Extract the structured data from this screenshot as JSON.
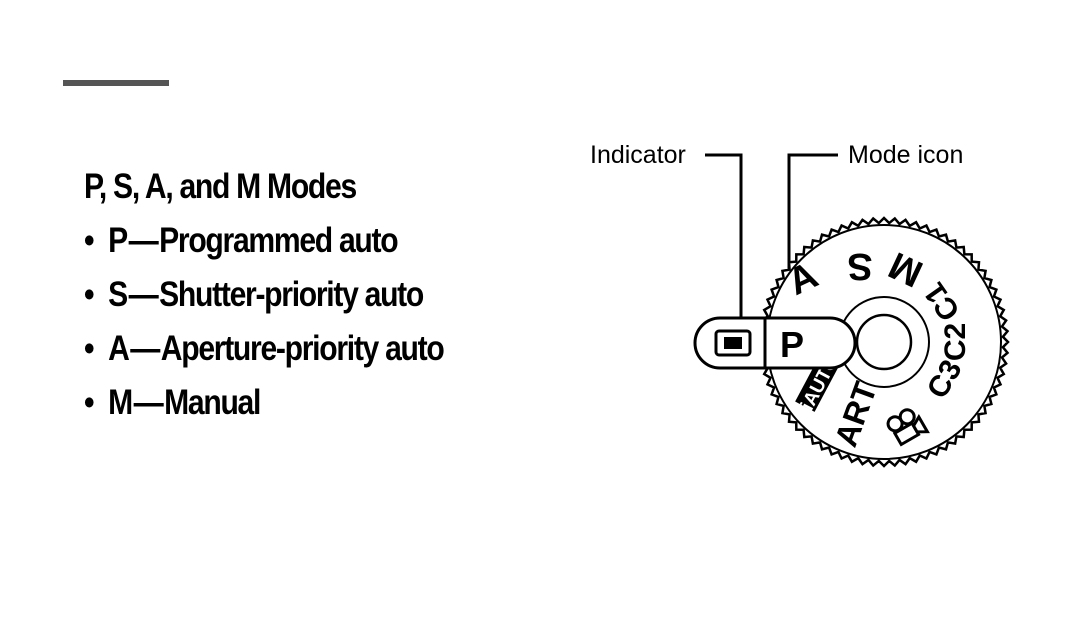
{
  "colors": {
    "accent_bar": "#555555",
    "ink": "#000000",
    "background": "#ffffff"
  },
  "content": {
    "heading": "P, S, A, and M Modes",
    "bullet_glyph": "•",
    "dash_glyph": "—",
    "modes": [
      {
        "letter": "P",
        "description": "Programmed auto"
      },
      {
        "letter": "S",
        "description": "Shutter-priority auto"
      },
      {
        "letter": "A",
        "description": "Aperture-priority auto"
      },
      {
        "letter": "M",
        "description": "Manual"
      }
    ]
  },
  "diagram": {
    "labels": {
      "indicator": "Indicator",
      "mode_icon": "Mode icon"
    },
    "dial": {
      "selected_mode": "P",
      "modes": {
        "a": "A",
        "s": "S",
        "m": "M",
        "c1": "C1",
        "c2": "C2",
        "c3": "C3",
        "iauto": "iAUTO",
        "art": "ART"
      },
      "icons": [
        "movie-icon"
      ]
    }
  }
}
